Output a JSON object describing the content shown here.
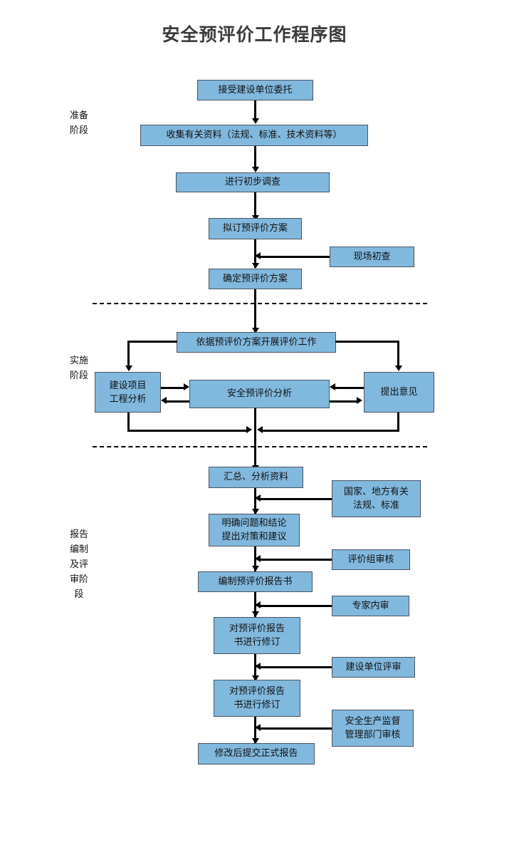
{
  "title": "安全预评价工作程序图",
  "stages": [
    {
      "id": "preparation",
      "label": "准备阶段"
    },
    {
      "id": "implementation",
      "label": "实施阶段"
    },
    {
      "id": "reporting-review",
      "label": "报告编制及评审阶段"
    }
  ],
  "nodes": {
    "accept_commission": "接受建设单位委托",
    "collect_data": "收集有关资料（法规、标准、技术资料等）",
    "preliminary_survey": "进行初步调查",
    "draft_plan": "拟订预评价方案",
    "site_inspection": "现场初查",
    "confirm_plan": "确定预评价方案",
    "carry_out_work": "依据预评价方案开展评价工作",
    "project_engineering_analysis": "建设项目\n工程分析",
    "safety_preassessment_analysis": "安全预评价分析",
    "raise_opinions": "提出意见",
    "summarize_analyze": "汇总、分析资料",
    "clarify_conclusions": "明确问题和结论\n提出对策和建议",
    "national_local_regulations": "国家、地方有关\n法规、标准",
    "compile_report": "编制预评价报告书",
    "review_group_audit": "评价组审核",
    "revise_report_1": "对预评价报告\n书进行修订",
    "expert_internal_review": "专家内审",
    "revise_report_2": "对预评价报告\n书进行修订",
    "construction_unit_review": "建设单位评审",
    "submit_formal_report": "修改后提交正式报告",
    "safety_supervision_audit": "安全生产监督\n管理部门审核"
  },
  "colors": {
    "node_fill": "#81b8de",
    "node_border": "#4a5560",
    "connector": "#000000",
    "title_text": "#3b3b3b",
    "background": "#ffffff"
  }
}
